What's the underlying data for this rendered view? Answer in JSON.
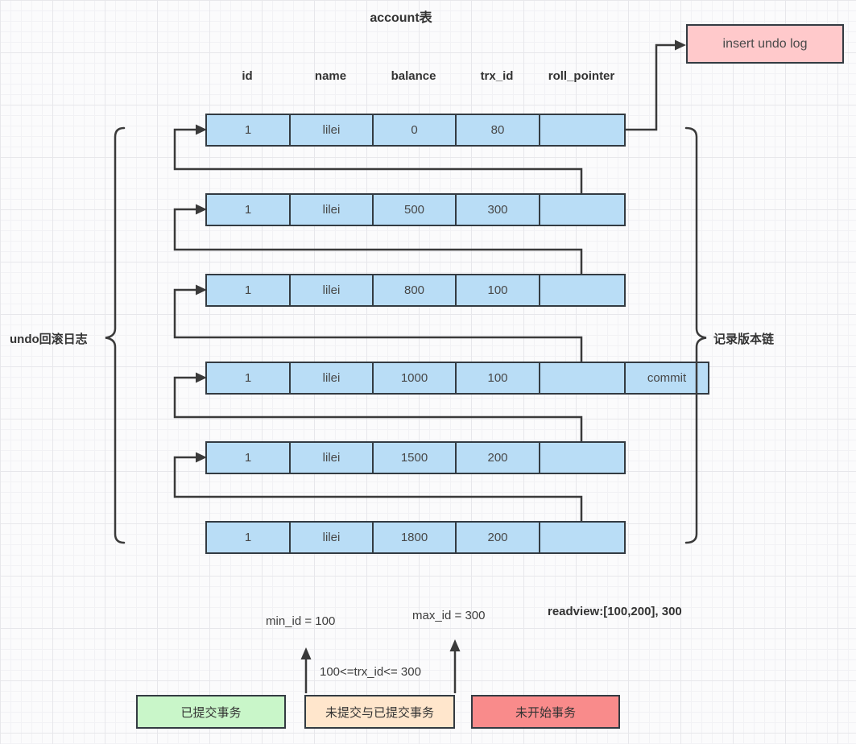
{
  "title": "account表",
  "insert_undo_log_label": "insert undo log",
  "left_brace_label": "undo回滚日志",
  "right_brace_label": "记录版本链",
  "table": {
    "headers": [
      "id",
      "name",
      "balance",
      "trx_id",
      "roll_pointer"
    ],
    "rows": [
      {
        "cells": [
          "1",
          "lilei",
          "0",
          "80",
          ""
        ]
      },
      {
        "cells": [
          "1",
          "lilei",
          "500",
          "300",
          ""
        ]
      },
      {
        "cells": [
          "1",
          "lilei",
          "800",
          "100",
          ""
        ]
      },
      {
        "cells": [
          "1",
          "lilei",
          "1000",
          "100",
          "",
          "commit"
        ]
      },
      {
        "cells": [
          "1",
          "lilei",
          "1500",
          "200",
          ""
        ]
      },
      {
        "cells": [
          "1",
          "lilei",
          "1800",
          "200",
          ""
        ]
      }
    ]
  },
  "annotations": {
    "min_id": "min_id = 100",
    "max_id": "max_id = 300",
    "readview": "readview:[100,200], 300",
    "trx_range": "100<=trx_id<= 300"
  },
  "legend": {
    "items": [
      {
        "label": "已提交事务",
        "color": "#C9F6C9"
      },
      {
        "label": "未提交与已提交事务",
        "color": "#FFE6CC"
      },
      {
        "label": "未开始事务",
        "color": "#F98B8B"
      }
    ]
  },
  "colors": {
    "record_fill": "#B9DDF6",
    "record_border": "#333B42",
    "line": "#3A3A3A",
    "insert_undo_fill": "#FFC9CB",
    "grid_minor": "#F2F2F5",
    "grid_major": "#E7E7EB",
    "cell_text": "#474747",
    "dark_text": "#333333"
  }
}
